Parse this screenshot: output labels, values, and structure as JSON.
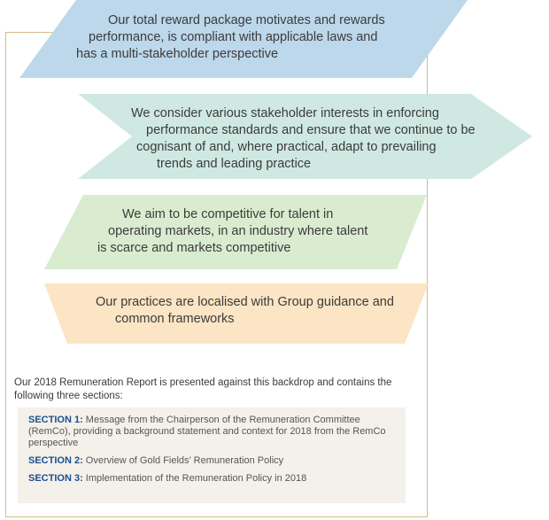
{
  "banners": [
    {
      "lines": [
        "Our total reward package motivates and rewards",
        "performance, is compliant with applicable laws and",
        "has a multi-stakeholder perspective"
      ],
      "color": "#bdd7eb"
    },
    {
      "lines": [
        "We consider various stakeholder interests in enforcing",
        "performance standards and ensure that we continue to be",
        "cognisant of and, where practical, adapt to prevailing",
        "trends and leading practice"
      ],
      "color": "#cfe9e2"
    },
    {
      "lines": [
        "We aim to be competitive for talent in",
        "operating markets, in an industry where talent",
        "is scarce and markets competitive"
      ],
      "color": "#d9ecd0"
    },
    {
      "lines": [
        "Our practices are localised with Group guidance and",
        "common frameworks"
      ],
      "color": "#fbe5c4"
    }
  ],
  "intro": {
    "text": "Our 2018 Remuneration Report is presented against this backdrop and contains the following three sections:"
  },
  "sections": [
    {
      "label": "SECTION 1:",
      "text": " Message from the Chairperson of the Remuneration Committee (RemCo), providing a background statement and context for 2018 from the RemCo perspective"
    },
    {
      "label": "SECTION 2:",
      "text": " Overview of Gold Fields’ Remuneration Policy"
    },
    {
      "label": "SECTION 3:",
      "text": " Implementation of the Remuneration Policy in 2018"
    }
  ],
  "colors": {
    "frame": "#d7b98a",
    "section_label": "#1b4f8f",
    "sections_background": "#f4f1ea"
  }
}
